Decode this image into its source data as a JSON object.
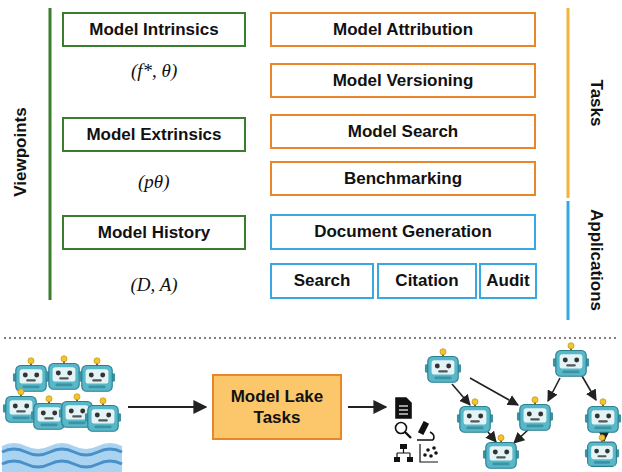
{
  "diagram": {
    "nodes": [
      {
        "text": [
          "Model Intrinsics"
        ]
      },
      {
        "text": [
          "Model Attribution"
        ]
      },
      {
        "text": [
          "Model Versioning"
        ]
      },
      {
        "text": [
          "Model Extrinsics"
        ]
      },
      {
        "text": [
          "Model Search"
        ]
      },
      {
        "text": [
          "Benchmarking"
        ]
      },
      {
        "text": [
          "Model History"
        ]
      },
      {
        "text": [
          "Document Generation"
        ]
      },
      {
        "text": [
          "Search"
        ]
      },
      {
        "text": [
          "Citation"
        ]
      },
      {
        "text": [
          "Audit"
        ]
      },
      {
        "text": [
          "Model Lake Tasks"
        ]
      }
    ],
    "labels": [
      "Viewpoints",
      "(f*, θ)",
      "(pθ)",
      "(D, A)",
      "Tasks",
      "Applications"
    ]
  }
}
